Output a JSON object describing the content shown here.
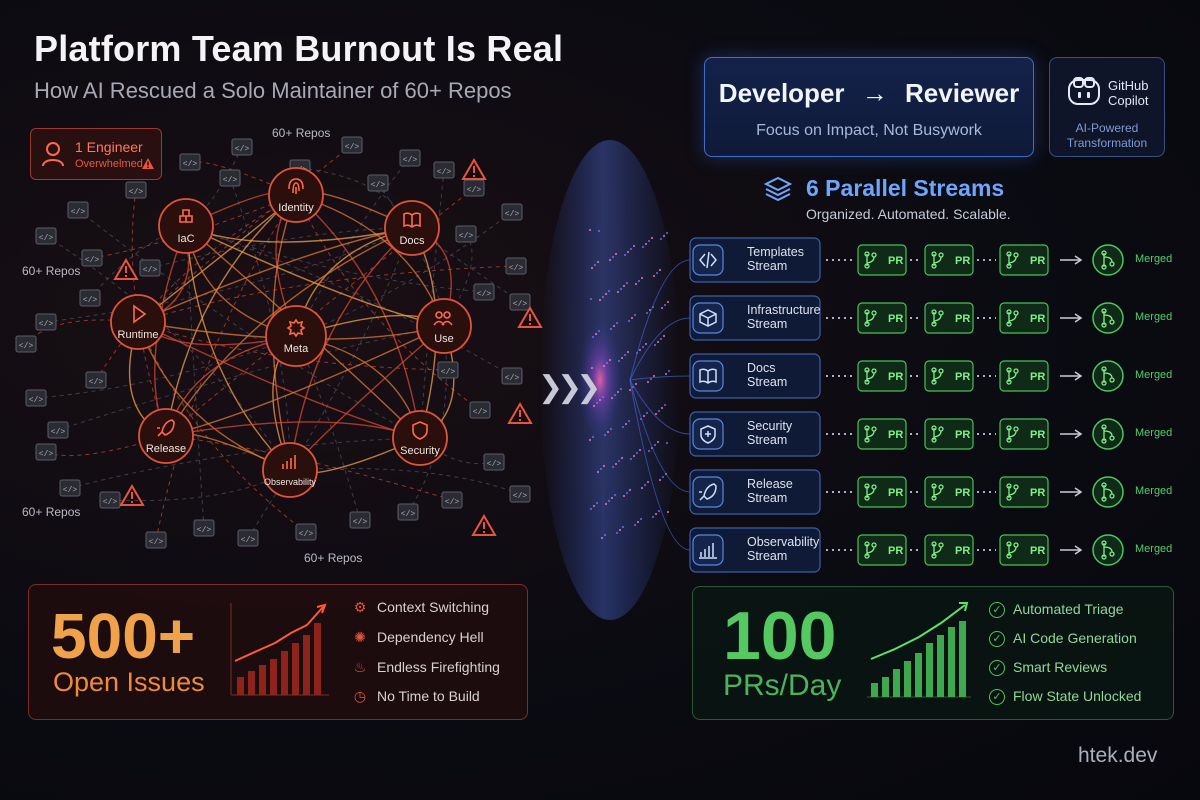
{
  "header": {
    "title": "Platform Team Burnout Is Real",
    "subtitle": "How AI Rescued a Solo Maintainer of 60+ Repos"
  },
  "left_panel": {
    "engineer_badge": {
      "title": "1 Engineer",
      "status": "Overwhelmed"
    },
    "repo_labels": [
      "60+ Repos",
      "60+ Repos",
      "60+ Repos",
      "60+ Repos"
    ],
    "nodes": [
      {
        "label": "Identity",
        "icon": "fingerprint-icon"
      },
      {
        "label": "IaC",
        "icon": "cubes-icon"
      },
      {
        "label": "Docs",
        "icon": "book-icon"
      },
      {
        "label": "Runtime",
        "icon": "play-icon"
      },
      {
        "label": "Meta",
        "icon": "gear-icon"
      },
      {
        "label": "Use",
        "icon": "users-icon"
      },
      {
        "label": "Release",
        "icon": "rocket-icon"
      },
      {
        "label": "Security",
        "icon": "shield-icon"
      },
      {
        "label": "Observability",
        "icon": "bar-chart-icon"
      }
    ],
    "stat": {
      "value": "500+",
      "label": "Open Issues"
    },
    "pain_points": [
      {
        "label": "Context Switching",
        "icon": "gear-icon"
      },
      {
        "label": "Dependency Hell",
        "icon": "brain-icon"
      },
      {
        "label": "Endless Firefighting",
        "icon": "flame-icon"
      },
      {
        "label": "No Time to Build",
        "icon": "clock-icon"
      }
    ]
  },
  "right_panel": {
    "role_shift": {
      "from": "Developer",
      "arrow": "→",
      "to": "Reviewer",
      "tagline": "Focus on Impact, Not Busywork"
    },
    "copilot": {
      "name_line1": "GitHub",
      "name_line2": "Copilot",
      "tagline_line1": "AI-Powered",
      "tagline_line2": "Transformation"
    },
    "streams_header": {
      "title": "6 Parallel Streams",
      "subtitle": "Organized. Automated. Scalable."
    },
    "streams": [
      {
        "name": "Templates",
        "suffix": "Stream",
        "icon": "code-icon"
      },
      {
        "name": "Infrastructure",
        "suffix": "Stream",
        "icon": "cube-icon"
      },
      {
        "name": "Docs",
        "suffix": "Stream",
        "icon": "book-icon"
      },
      {
        "name": "Security",
        "suffix": "Stream",
        "icon": "shield-icon"
      },
      {
        "name": "Release",
        "suffix": "Stream",
        "icon": "rocket-icon"
      },
      {
        "name": "Observability",
        "suffix": "Stream",
        "icon": "bar-chart-icon"
      }
    ],
    "pr_label": "PR",
    "merged_label": "Merged",
    "stat": {
      "value": "100",
      "label": "PRs/Day"
    },
    "wins": [
      "Automated Triage",
      "AI Code Generation",
      "Smart Reviews",
      "Flow State Unlocked"
    ]
  },
  "footer": {
    "brand": "htek.dev"
  },
  "colors": {
    "danger": "#e8553d",
    "warning": "#f0a24a",
    "success": "#4fc462",
    "accent": "#6ea6ff"
  }
}
